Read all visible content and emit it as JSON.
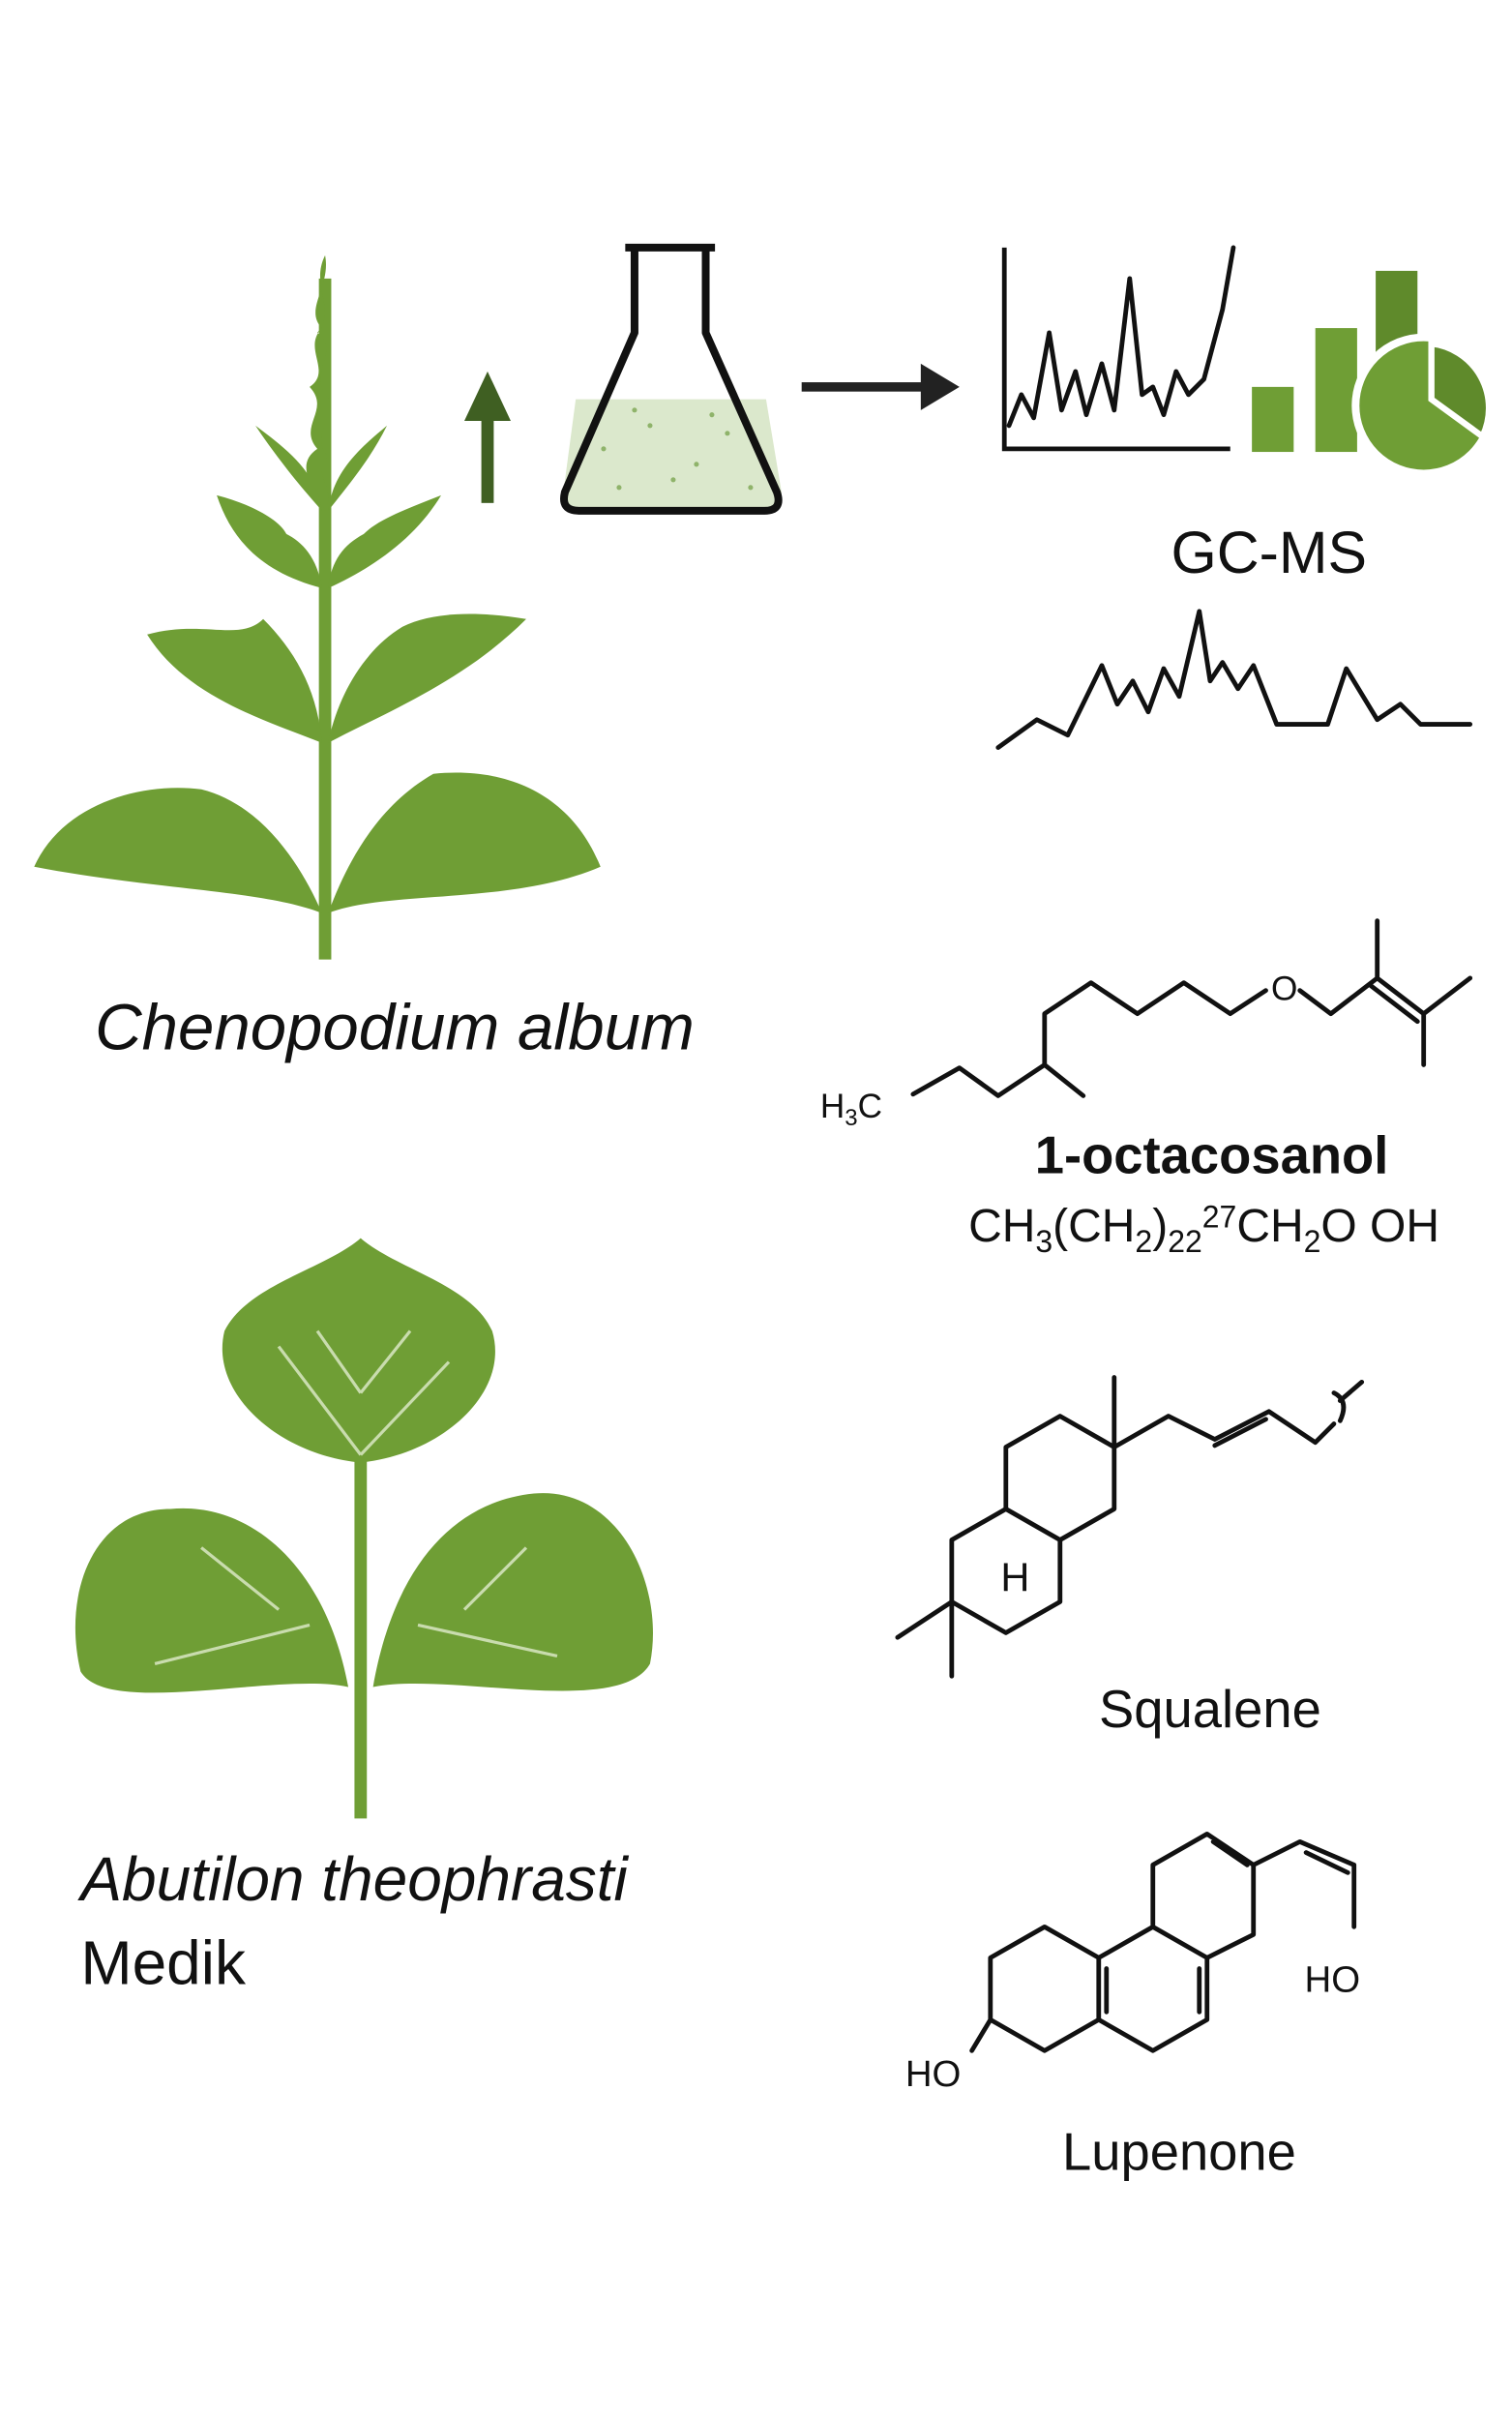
{
  "plants": [
    {
      "name": "Chenopodium album",
      "icon": "chenopodium-plant-icon"
    },
    {
      "name_line1": "Abutilon theophrasti",
      "name_line2": "Medik",
      "icon": "abutilon-plant-icon"
    }
  ],
  "process": {
    "method": "GC-MS",
    "icons": [
      "up-arrow-icon",
      "flask-icon",
      "right-arrow-icon",
      "chromatogram-icon",
      "bar-chart-icon",
      "pie-chart-icon"
    ]
  },
  "compounds": [
    {
      "name": "1-octacosanol",
      "formula_parts": [
        "CH",
        "3",
        "(CH",
        "2",
        ")",
        "22",
        "27",
        "CH",
        "2",
        "O OH"
      ],
      "label_h3c": "H",
      "label_h3c_sub": "3",
      "label_h3c_c": "C",
      "atom_o": "O"
    },
    {
      "name": "Squalene",
      "atom_h": "H"
    },
    {
      "name": "Lupenone",
      "atom_ho1": "HO",
      "atom_ho2": "HO"
    }
  ],
  "colors": {
    "leaf": "#6f9e35",
    "leaf_dark": "#587f2a",
    "arrow_green": "#3f5f22",
    "flask_fill": "#dbe8cc",
    "bar_dark": "#5f8a2b"
  }
}
